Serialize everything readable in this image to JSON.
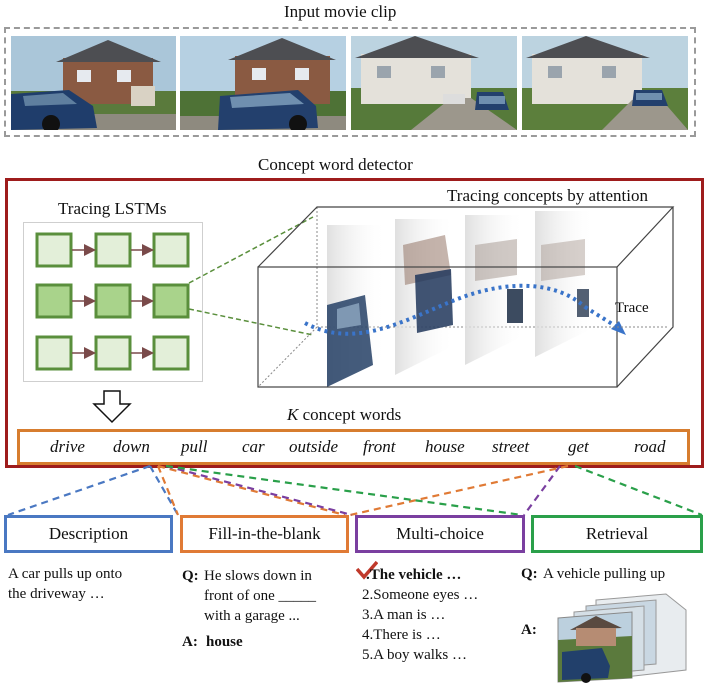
{
  "top": {
    "title": "Input movie clip"
  },
  "detector": {
    "title": "Concept word detector",
    "lstm_label": "Tracing LSTMs",
    "attention_label": "Tracing concepts by attention",
    "trace_label": "Trace",
    "concepts_label_k": "K",
    "concepts_label_rest": " concept words",
    "concept_words": [
      "drive",
      "down",
      "pull",
      "car",
      "outside",
      "front",
      "house",
      "street",
      "get",
      "road"
    ]
  },
  "tasks": {
    "description": {
      "title": "Description",
      "line1": "A car pulls up onto",
      "line2": "the driveway …"
    },
    "fill": {
      "title": "Fill-in-the-blank",
      "q_prefix": "Q:",
      "q1": "He slows down in",
      "q2": "front of one _____",
      "q3": "with a garage ...",
      "a_prefix": "A:",
      "answer": "house"
    },
    "multi": {
      "title": "Multi-choice",
      "o1": ".The vehicle …",
      "o2": "2.Someone eyes …",
      "o3": "3.A man is …",
      "o4": "4.There is …",
      "o5": "5.A boy walks …"
    },
    "retrieval": {
      "title": "Retrieval",
      "q_prefix": "Q:",
      "q": "A vehicle pulling up",
      "a_prefix": "A:"
    }
  },
  "colors": {
    "detector_border": "#9e1c1c",
    "concept_border": "#d77d2f",
    "lstm_green": "#5a8f3c",
    "description": "#4a78c2",
    "fill": "#e07a35",
    "multi": "#7a3fa0",
    "retrieval": "#2aa04a",
    "trace": "#3a74c9",
    "check": "#c0392b"
  }
}
